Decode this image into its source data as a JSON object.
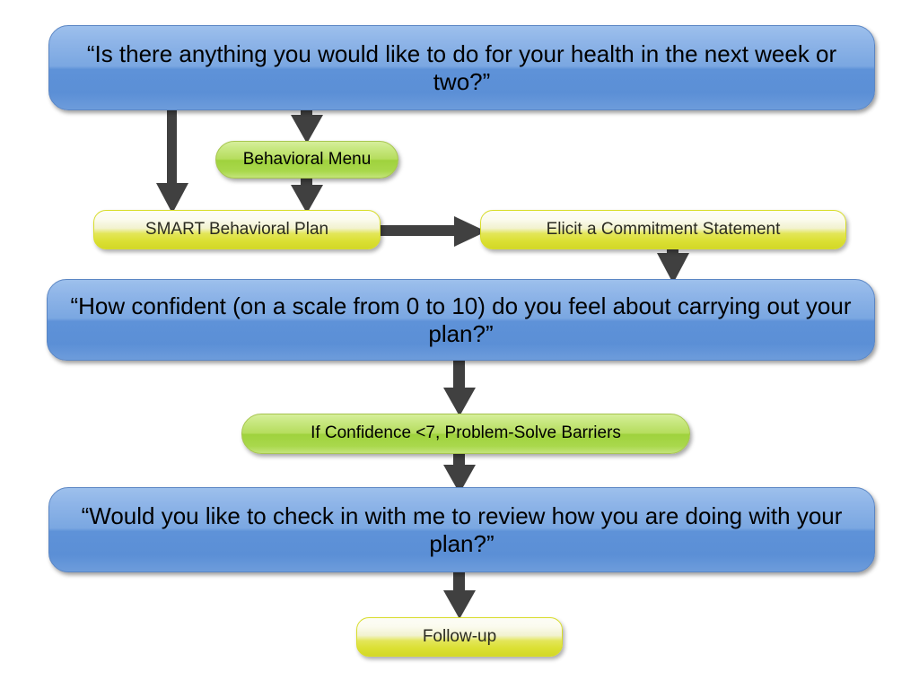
{
  "diagram": {
    "title": "Health behavior change counseling flowchart",
    "colors": {
      "prompt_box": "#6d9cdb",
      "action_box_green": "#b0d94d",
      "action_box_yellow": "#dce033",
      "arrow": "#404040",
      "background": "#ffffff"
    },
    "nodes": [
      {
        "id": "ask-health-goal",
        "kind": "prompt",
        "style": "blue",
        "text": "“Is there anything you would like to do for your health in the next week or two?”"
      },
      {
        "id": "behavioral-menu",
        "kind": "action",
        "style": "green",
        "text": "Behavioral Menu"
      },
      {
        "id": "smart-behavioral-plan",
        "kind": "action",
        "style": "yellow",
        "text": "SMART Behavioral Plan"
      },
      {
        "id": "elicit-commitment-statement",
        "kind": "action",
        "style": "yellow",
        "text": "Elicit a Commitment Statement"
      },
      {
        "id": "ask-confidence",
        "kind": "prompt",
        "style": "blue",
        "text": "“How confident (on a scale from 0 to 10) do you feel about carrying out your plan?”"
      },
      {
        "id": "problem-solve-barriers",
        "kind": "action",
        "style": "green",
        "text": "If Confidence <7, Problem-Solve Barriers"
      },
      {
        "id": "ask-check-in",
        "kind": "prompt",
        "style": "blue",
        "text": "“Would you like to check in with me to review how you are doing with your plan?”"
      },
      {
        "id": "follow-up",
        "kind": "action",
        "style": "yellow",
        "text": "Follow-up"
      }
    ],
    "connectors": [
      {
        "id": "ask-health-goal-to-smart-behavioral-plan",
        "direction": "down"
      },
      {
        "id": "ask-health-goal-to-behavioral-menu",
        "direction": "down"
      },
      {
        "id": "behavioral-menu-to-smart-behavioral-plan",
        "direction": "down"
      },
      {
        "id": "smart-behavioral-plan-to-elicit-commitment-statement",
        "direction": "right"
      },
      {
        "id": "elicit-commitment-statement-to-ask-confidence",
        "direction": "down"
      },
      {
        "id": "ask-confidence-to-problem-solve-barriers",
        "direction": "down"
      },
      {
        "id": "problem-solve-barriers-to-ask-check-in",
        "direction": "down"
      },
      {
        "id": "ask-check-in-to-follow-up",
        "direction": "down"
      }
    ]
  }
}
